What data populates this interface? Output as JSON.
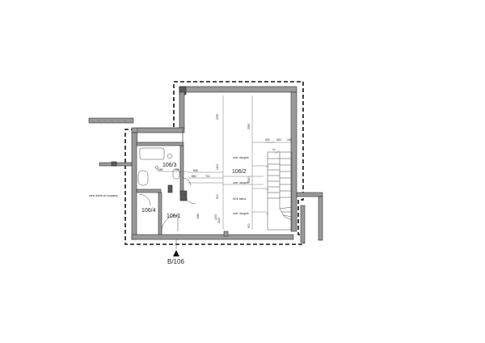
{
  "rooms": {
    "r106_2": "106/2",
    "r106_3": "106/3",
    "r106_4": "106/4",
    "r106_1": "106/1"
  },
  "section_mark": "B/106",
  "notes": {
    "odl_slupek_top": "ocel. sloupek",
    "ocel_sloupek_mid": "ocel. sloupek",
    "sdk_stena": "SDK stěna",
    "ocel_sloupek_bot": "ocel. sloupek",
    "vent_duct": "mezi dveře do koupelny",
    "stair_dir": "1x"
  },
  "dimensions": {
    "h_2290": "2290",
    "h_2550": "2550",
    "h_1600": "1600",
    "h_2520": "2520",
    "h_600": "600",
    "h_1960": "1960",
    "h_1200": "1200",
    "h_2020": "2020",
    "h_900": "900",
    "w_900_stair": "900",
    "w_600_stair": "600",
    "w_150": "150",
    "w_1080": "1080",
    "w_150b": "150",
    "w_665": "665",
    "w_850": "850",
    "w_715": "715"
  }
}
